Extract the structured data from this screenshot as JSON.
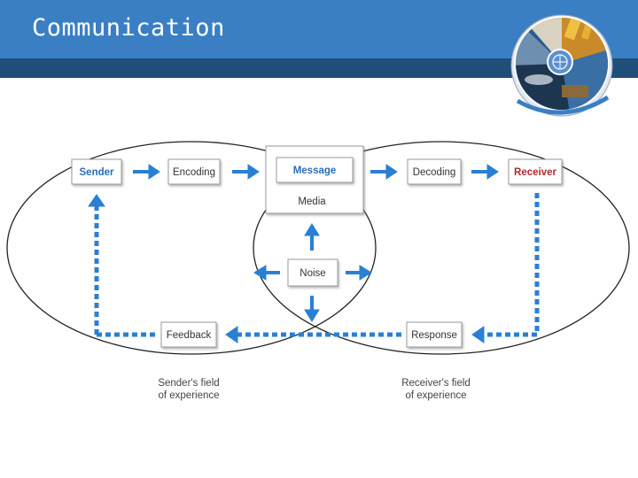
{
  "slide": {
    "title": "Communication"
  },
  "logo": {
    "icon": "emblem-collage-icon"
  },
  "diagram": {
    "boxes": {
      "sender": "Sender",
      "encoding": "Encoding",
      "message": "Message",
      "media": "Media",
      "decoding": "Decoding",
      "receiver": "Receiver",
      "noise": "Noise",
      "feedback": "Feedback",
      "response": "Response"
    },
    "captions": {
      "sender_field_line1": "Sender's field",
      "sender_field_line2": "of experience",
      "receiver_field_line1": "Receiver's field",
      "receiver_field_line2": "of experience"
    },
    "colors": {
      "arrow": "#2a7fd4",
      "sender_text": "#2a6cb5",
      "receiver_text": "#b3282d",
      "header": "#3a7fc4",
      "header_band": "#1f4e79"
    }
  }
}
